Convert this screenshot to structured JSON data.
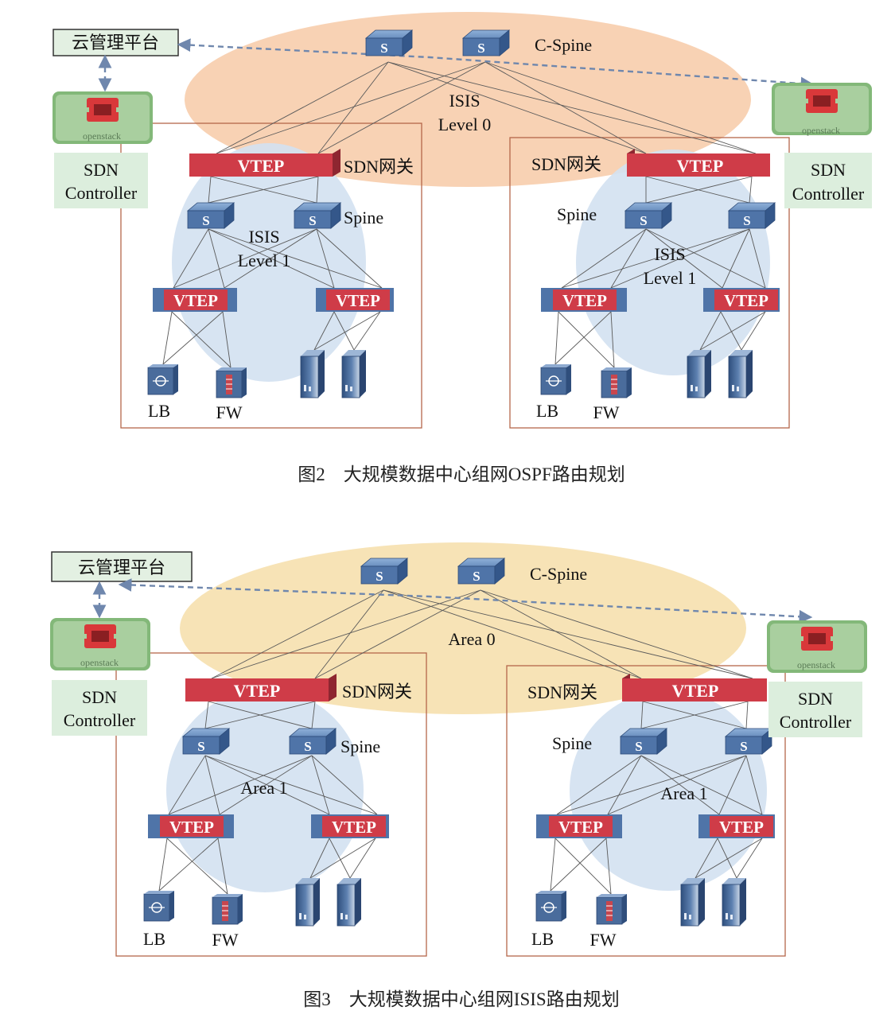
{
  "figures": [
    {
      "caption": "图2　大规模数据中心组网OSPF路由规划",
      "cloud_platform": "云管理平台",
      "core_label": "C-Spine",
      "core_area": [
        "ISIS",
        "Level 0"
      ],
      "left_pod": {
        "gateway_vtep": "VTEP",
        "gateway_label": "SDN网关",
        "spine_label": "Spine",
        "area": [
          "ISIS",
          "Level 1"
        ],
        "leaf_vteps": [
          "VTEP",
          "VTEP"
        ],
        "device_labels": [
          "LB",
          "FW"
        ],
        "controller": [
          "SDN",
          "Controller"
        ]
      },
      "right_pod": {
        "gateway_vtep": "VTEP",
        "gateway_label": "SDN网关",
        "spine_label": "Spine",
        "area": [
          "ISIS",
          "Level 1"
        ],
        "leaf_vteps": [
          "VTEP",
          "VTEP"
        ],
        "device_labels": [
          "LB",
          "FW"
        ],
        "controller": [
          "SDN",
          "Controller"
        ]
      }
    },
    {
      "caption": "图3　大规模数据中心组网ISIS路由规划",
      "cloud_platform": "云管理平台",
      "core_label": "C-Spine",
      "core_area": [
        "Area 0"
      ],
      "left_pod": {
        "gateway_vtep": "VTEP",
        "gateway_label": "SDN网关",
        "spine_label": "Spine",
        "area": [
          "Area 1"
        ],
        "leaf_vteps": [
          "VTEP",
          "VTEP"
        ],
        "device_labels": [
          "LB",
          "FW"
        ],
        "controller": [
          "SDN",
          "Controller"
        ]
      },
      "right_pod": {
        "gateway_vtep": "VTEP",
        "gateway_label": "SDN网关",
        "spine_label": "Spine",
        "area": [
          "Area 1"
        ],
        "leaf_vteps": [
          "VTEP",
          "VTEP"
        ],
        "device_labels": [
          "LB",
          "FW"
        ],
        "controller": [
          "SDN",
          "Controller"
        ]
      }
    }
  ],
  "openstack_logo_text": "openstack",
  "switch_glyph": "S",
  "icons": [
    "switch-icon",
    "openstack-logo-icon",
    "load-balancer-icon",
    "firewall-icon",
    "server-icon"
  ],
  "colors": {
    "core_area_fig2": "#f8d2b4",
    "core_area_fig3": "#f7e3b6",
    "pod_area": "#d6e3f2",
    "vtep": "#cf3c48",
    "switch": "#4f74a8",
    "controller_bg": "#dceedd",
    "pod_border": "#b5664a",
    "dashed_link": "#6f87ad"
  }
}
